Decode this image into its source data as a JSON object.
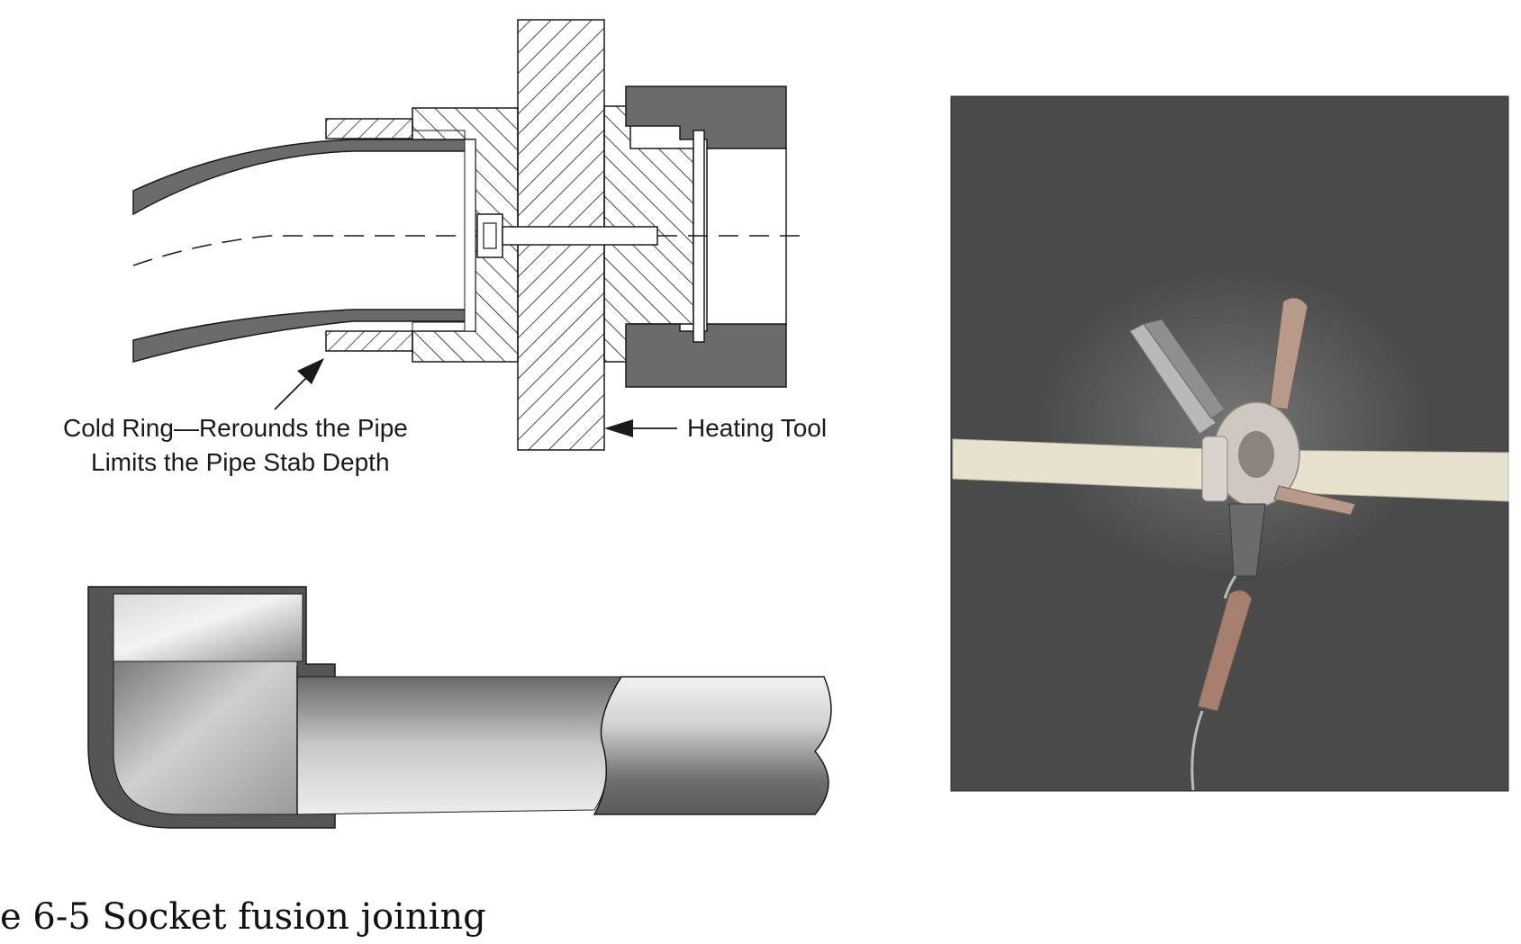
{
  "labels": {
    "cold_ring_line1": "Cold Ring—Rerounds the Pipe",
    "cold_ring_line2": "Limits the Pipe Stab Depth",
    "heating_tool": "Heating Tool"
  },
  "caption": "e 6-5   Socket fusion joining",
  "colors": {
    "line": "#1a1a1a",
    "pipe_wall": "#6b6b6b",
    "photo_bg": "#4a4a4a",
    "pipe_photo": "#e6e2cf"
  }
}
